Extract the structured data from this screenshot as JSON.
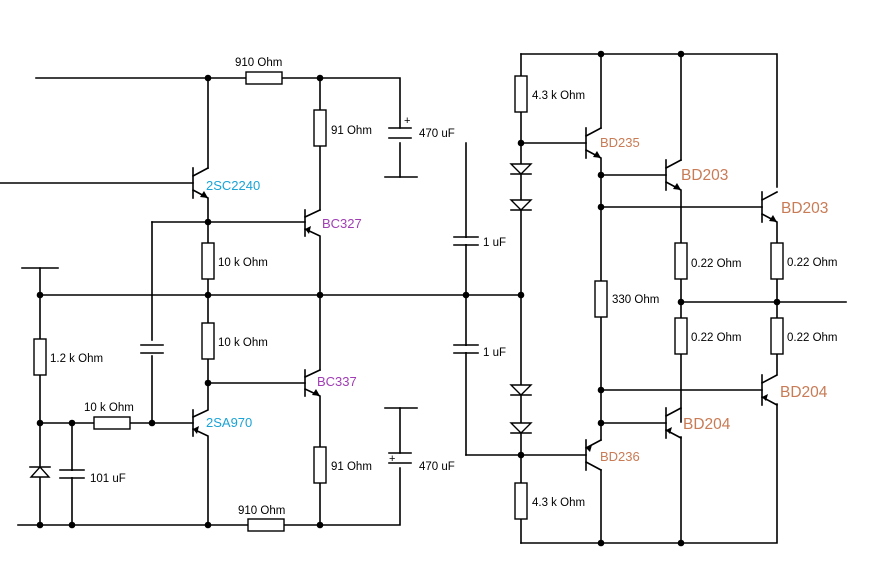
{
  "colors": {
    "wire": "#000000",
    "label": "#000000",
    "transistor_blue": "#1aa3d6",
    "transistor_purple": "#a03db5",
    "transistor_orange": "#c87b55"
  },
  "resistors": {
    "r910_top": "910  Ohm",
    "r910_bot": "910  Ohm",
    "r91_top": "91  Ohm",
    "r91_bot": "91  Ohm",
    "r10k_a": "10 k Ohm",
    "r10k_b": "10 k Ohm",
    "r10k_c": "10 k Ohm",
    "r1k2": "1.2 k Ohm",
    "r4k3_top": "4.3 k Ohm",
    "r4k3_bot": "4.3 k Ohm",
    "r330": "330  Ohm",
    "r022_a": "0.22  Ohm",
    "r022_b": "0.22  Ohm",
    "r022_c": "0.22  Ohm",
    "r022_d": "0.22  Ohm"
  },
  "capacitors": {
    "c470_top": "470 uF",
    "c470_bot": "470 uF",
    "c1u_top": "1 uF",
    "c1u_bot": "1 uF",
    "c101": "101 uF",
    "plus": "+"
  },
  "transistors": {
    "q_2sc2240": "2SC2240",
    "q_2sa970": "2SA970",
    "q_bc327": "BC327",
    "q_bc337": "BC337",
    "q_bd235": "BD235",
    "q_bd236": "BD236",
    "q_bd203_a": "BD203",
    "q_bd203_b": "BD203",
    "q_bd204_a": "BD204",
    "q_bd204_b": "BD204"
  }
}
